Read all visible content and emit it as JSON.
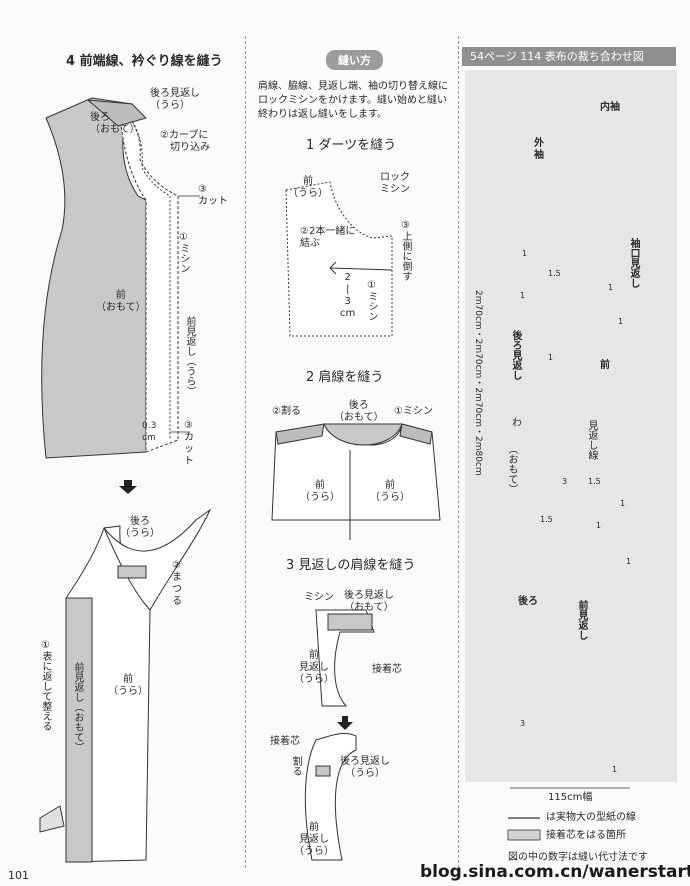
{
  "page_number": "101",
  "left": {
    "step4_title": "4 前端線、衿ぐり線を縫う",
    "labels": {
      "back_front": "後ろ\n（おもて）",
      "back_facing": "後ろ見返し\n（うら）",
      "curve_notch": "②カーブに\n　切り込み",
      "cut_top": "③\nカット",
      "sew": "①ミシン",
      "front_front": "前\n（おもて）",
      "front_facing": "前見返し（うら）",
      "margin": "0.3\ncm",
      "cut_bottom": "③カット"
    },
    "lower": {
      "back_back": "後ろ\n（うら）",
      "blind": "②まつる",
      "turn": "①表に返して整える",
      "front_facing_out": "前見返し（おもて）",
      "front_back": "前\n（うら）"
    }
  },
  "middle": {
    "pill": "縫い方",
    "intro": "肩線、脇線、見返し端、袖の切り替え線にロックミシンをかけます。縫い始めと縫い終わりは返し縫いをします。",
    "step1": {
      "title": "1 ダーツを縫う",
      "front_back": "前\n（うら）",
      "lock": "ロック\nミシン",
      "tie": "②2本一緒に\n結ぶ",
      "fold_up": "③上側に倒す",
      "measure": "2\n|\n3\ncm",
      "sew": "①ミシン"
    },
    "step2": {
      "title": "2 肩線を縫う",
      "split": "②割る",
      "back_front": "後ろ\n（おもて）",
      "sew": "①ミシン",
      "front_l": "前\n（うら）",
      "front_r": "前\n（うら）"
    },
    "step3": {
      "title": "3 見返しの肩線を縫う",
      "sew": "ミシン",
      "back_facing_front": "後ろ見返し\n（おもて）",
      "front_facing": "前\n見返し\n（うら）",
      "interfacing": "接着芯",
      "interfacing2": "接着芯",
      "split": "割る",
      "back_facing_back": "後ろ見返し\n（うら）",
      "front_facing2": "前\n見返し\n（うら）"
    }
  },
  "right": {
    "banner": "54ページ 114 表布の裁ち合わせ図",
    "pieces": {
      "outer_sleeve": "外\n袖",
      "inner_sleeve": "内袖",
      "cuff_facing": "袖口見返し",
      "back_facing": "後ろ見返し",
      "front": "前",
      "front_facing": "見返し線",
      "back": "後ろ",
      "front_facing_piece": "前見返し",
      "wa": "わ",
      "omote": "（おもて）"
    },
    "lengths": "2m70cm・2m70cm・2m70cm・2m80cm",
    "numbers": [
      "1",
      "1.5",
      "1",
      "1",
      "1",
      "1",
      "3",
      "1.5",
      "1",
      "1.5",
      "3",
      "1",
      "1",
      "1"
    ],
    "width": "115cm幅",
    "legend": {
      "pattern_line": "は実物大の型紙の線",
      "interfacing_area": "接着芯をはる箇所",
      "note": "図の中の数字は縫い代寸法です"
    }
  },
  "watermark": "blog.sina.com.cn/wanerstart",
  "colors": {
    "fabric": "#c8c8c8",
    "banner": "#8f8f8f",
    "panel": "#e6e6e6"
  }
}
